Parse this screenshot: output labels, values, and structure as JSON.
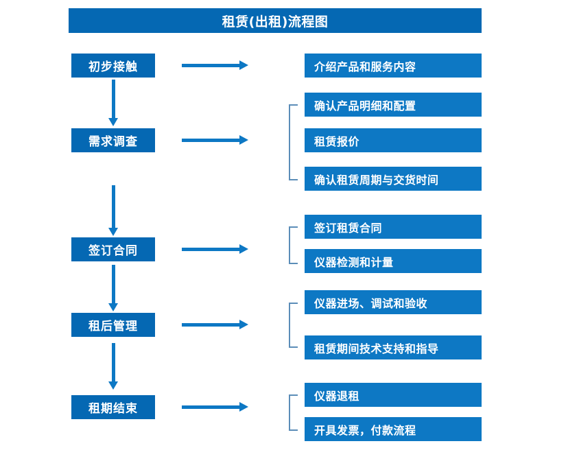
{
  "diagram": {
    "title": "租赁(出租)流程图",
    "colors": {
      "title_bar": "#0568b3",
      "stage_box": "#0568b3",
      "detail_box": "#0d78c4",
      "arrow": "#0d78c4",
      "bracket": "#5b8db8",
      "text": "#ffffff",
      "background": "#ffffff"
    },
    "stages": [
      {
        "id": "initial-contact",
        "label": "初步接触",
        "details": [
          "介绍产品和服务内容"
        ],
        "has_bracket": false
      },
      {
        "id": "requirement-survey",
        "label": "需求调查",
        "details": [
          "确认产品明细和配置",
          "租赁报价",
          "确认租赁周期与交货时间"
        ],
        "has_bracket": true
      },
      {
        "id": "sign-contract",
        "label": "签订合同",
        "details": [
          "签订租赁合同",
          "仪器检测和计量"
        ],
        "has_bracket": true
      },
      {
        "id": "post-rental-management",
        "label": "租后管理",
        "details": [
          "仪器进场、调试和验收",
          "租赁期间技术支持和指导"
        ],
        "has_bracket": true
      },
      {
        "id": "rental-end",
        "label": "租期结束",
        "details": [
          "仪器退租",
          "开具发票，付款流程"
        ],
        "has_bracket": true
      }
    ],
    "flow_arrows": {
      "horizontal_count": 5,
      "vertical_count": 4,
      "direction": "top-to-bottom"
    }
  }
}
